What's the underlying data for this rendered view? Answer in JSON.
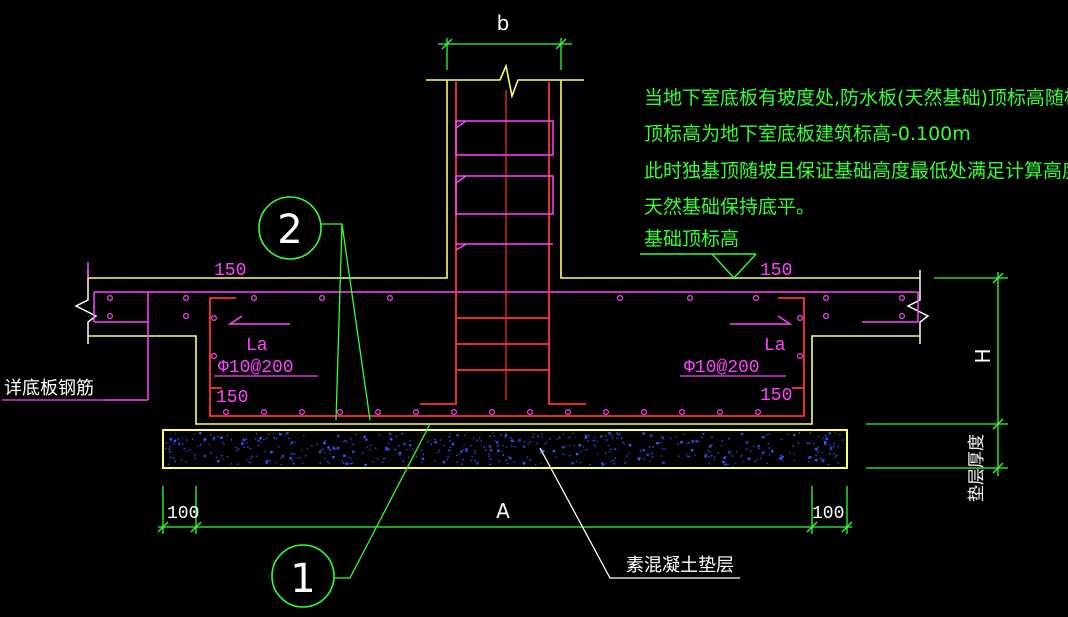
{
  "colors": {
    "background": "#000000",
    "concrete": "#ffff66",
    "rebar": "#ff3333",
    "magenta": "#ff44ff",
    "green": "#33ff33",
    "white": "#ffffff",
    "dots": "#3355ff"
  },
  "labels": {
    "column_width": "b",
    "note_line1": "当地下室底板有坡度处,防水板(天然基础)顶标高随板坡,",
    "note_line2": "顶标高为地下室底板建筑标高-0.100m",
    "note_line3": "此时独基顶随坡且保证基础高度最低处满足计算高度H,",
    "note_line4": "天然基础保持底平。",
    "foundation_top_elevation": "基础顶标高",
    "dim_150_left": "150",
    "dim_150_right": "150",
    "la_left": "La",
    "la_right": "La",
    "rebar_spec_left": "Φ10@200",
    "rebar_spec_right": "Φ10@200",
    "hook_150_left": "150",
    "hook_150_right": "150",
    "height": "H",
    "cushion_thickness": "垫层厚度",
    "slab_rebar_detail": "详底板钢筋",
    "width_A": "A",
    "edge_100_left": "100",
    "edge_100_right": "100",
    "plain_concrete_cushion": "素混凝土垫层",
    "callout_1": "1",
    "callout_2": "2"
  }
}
